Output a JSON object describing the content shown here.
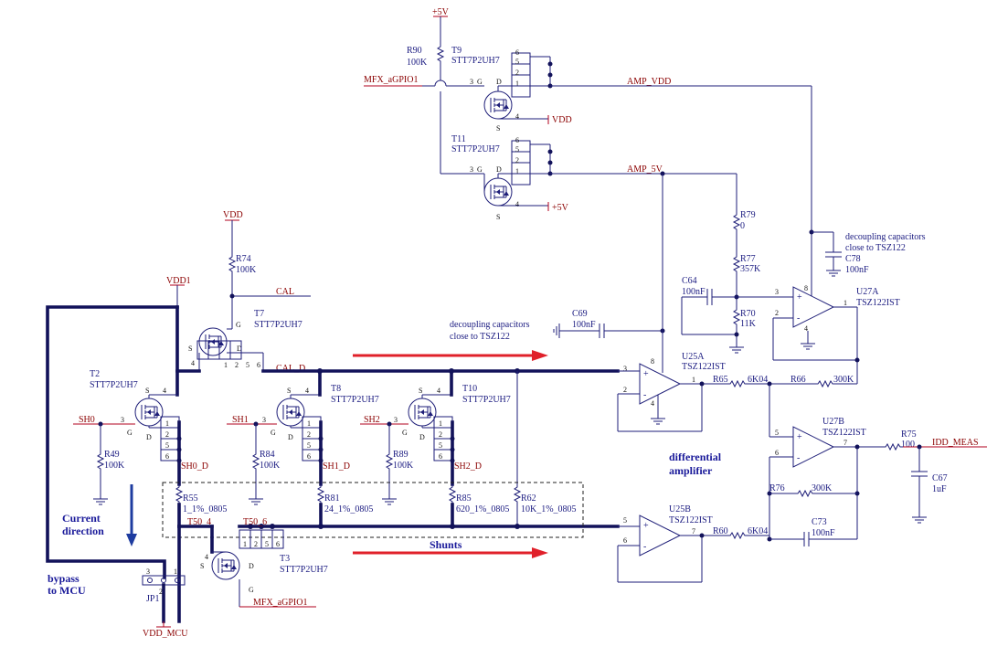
{
  "colors": {
    "wire": "#1e1e78",
    "bus": "#12125a",
    "net_label": "#8b0000",
    "arrow": "#e0202a",
    "power": "#b0001e"
  },
  "power": {
    "p5v": "+5V",
    "vdd": "VDD",
    "vdd1": "VDD1",
    "vdd_mcu": "VDD_MCU"
  },
  "nets": {
    "mfx_agpio1": "MFX_aGPIO1",
    "amp_vdd": "AMP_VDD",
    "amp_5v": "AMP_5V",
    "vdd_pin": "VDD",
    "p5v_pin": "+5V",
    "cal": "CAL",
    "cal_d": "CAL_D",
    "sh0": "SH0",
    "sh1": "SH1",
    "sh2": "SH2",
    "sh0_d": "SH0_D",
    "sh1_d": "SH1_D",
    "sh2_d": "SH2_D",
    "t50_4": "T50_4",
    "t50_6": "T50_6",
    "idd_meas": "IDD_MEAS",
    "mfx_bottom": "MFX_aGPIO1"
  },
  "components": {
    "r90": {
      "ref": "R90",
      "val": "100K"
    },
    "t9": {
      "ref": "T9",
      "val": "STT7P2UH7"
    },
    "t11": {
      "ref": "T11",
      "val": "STT7P2UH7"
    },
    "r74": {
      "ref": "R74",
      "val": "100K"
    },
    "t7": {
      "ref": "T7",
      "val": "STT7P2UH7"
    },
    "t2": {
      "ref": "T2",
      "val": "STT7P2UH7"
    },
    "t8": {
      "ref": "T8",
      "val": "STT7P2UH7"
    },
    "t10": {
      "ref": "T10",
      "val": "STT7P2UH7"
    },
    "t3": {
      "ref": "T3",
      "val": "STT7P2UH7"
    },
    "r49": {
      "ref": "R49",
      "val": "100K"
    },
    "r84": {
      "ref": "R84",
      "val": "100K"
    },
    "r89": {
      "ref": "R89",
      "val": "100K"
    },
    "r55": {
      "ref": "R55",
      "val": "1_1%_0805"
    },
    "r81": {
      "ref": "R81",
      "val": "24_1%_0805"
    },
    "r85": {
      "ref": "R85",
      "val": "620_1%_0805"
    },
    "r62": {
      "ref": "R62",
      "val": "10K_1%_0805"
    },
    "r79": {
      "ref": "R79",
      "val": "0"
    },
    "r77": {
      "ref": "R77",
      "val": "357K"
    },
    "r70": {
      "ref": "R70",
      "val": "11K"
    },
    "c64": {
      "ref": "C64",
      "val": "100nF"
    },
    "c69": {
      "ref": "C69",
      "val": "100nF"
    },
    "c78": {
      "ref": "C78",
      "val": "100nF"
    },
    "u27a": {
      "ref": "U27A",
      "val": "TSZ122IST"
    },
    "u25a": {
      "ref": "U25A",
      "val": "TSZ122IST"
    },
    "u25b": {
      "ref": "U25B",
      "val": "TSZ122IST"
    },
    "u27b": {
      "ref": "U27B",
      "val": "TSZ122IST"
    },
    "r65": {
      "ref": "R65",
      "val": "6K04"
    },
    "r66": {
      "ref": "R66",
      "val": "300K"
    },
    "r60": {
      "ref": "R60",
      "val": "6K04"
    },
    "r76": {
      "ref": "R76",
      "val": "300K"
    },
    "c73": {
      "ref": "C73",
      "val": "100nF"
    },
    "r75": {
      "ref": "R75",
      "val": "100"
    },
    "c67": {
      "ref": "C67",
      "val": "1uF"
    },
    "jp1": {
      "ref": "JP1"
    }
  },
  "notes": {
    "decoupling_1": "decoupling capacitors",
    "decoupling_2": "close to TSZ122",
    "decoupling_top_1": "decoupling capacitors",
    "decoupling_top_2": "close to TSZ122",
    "diff_amp_1": "differential",
    "diff_amp_2": "amplifier",
    "current_1": "Current",
    "current_2": "direction",
    "bypass_1": "bypass",
    "bypass_2": "to MCU",
    "shunts": "Shunts"
  },
  "pins": {
    "p1": "1",
    "p2": "2",
    "p3": "3",
    "p4": "4",
    "p5": "5",
    "p6": "6",
    "p7": "7",
    "p8": "8",
    "g": "G",
    "s": "S",
    "d": "D",
    "plus": "+",
    "minus": "-"
  }
}
